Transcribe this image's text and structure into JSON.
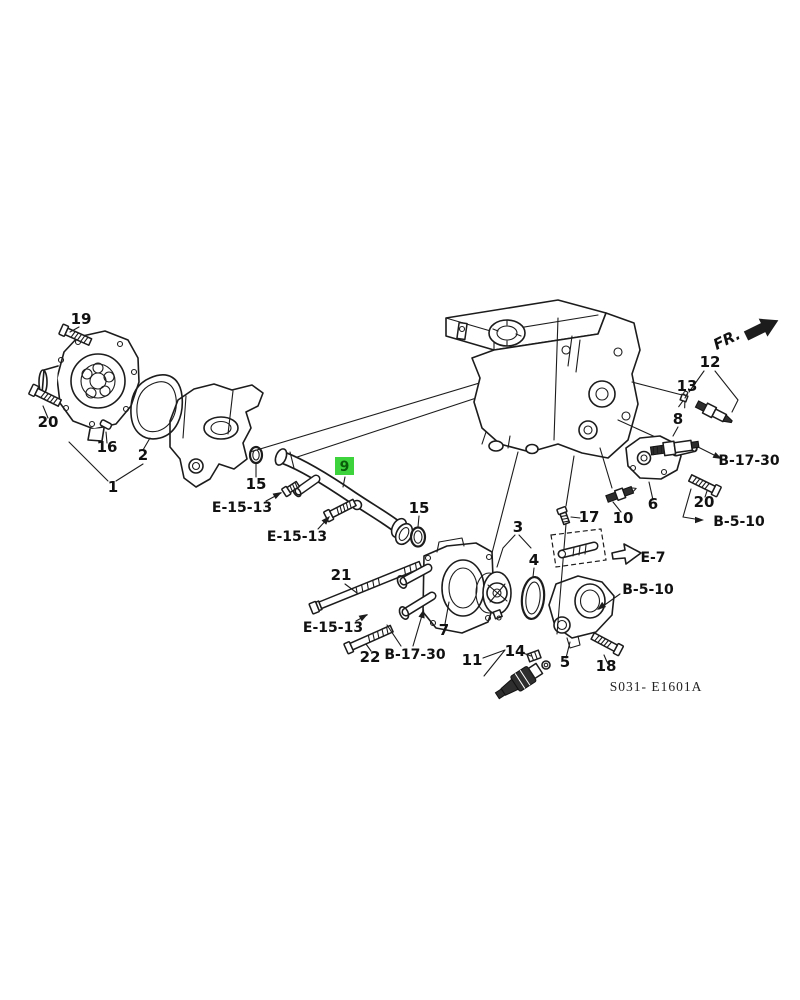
{
  "diagram_code": "S031- E1601A",
  "orientation": {
    "fr_label": "FR."
  },
  "highlight": {
    "part": "9",
    "box_color": "#3dd33d",
    "text_color": "#0a5c0a"
  },
  "colors": {
    "line": "#1c1c1c",
    "background": "#ffffff"
  },
  "parts": {
    "p1": "1",
    "p2": "2",
    "p3": "3",
    "p4": "4",
    "p5": "5",
    "p6": "6",
    "p7": "7",
    "p8": "8",
    "p9": "9",
    "p10": "10",
    "p11": "11",
    "p12": "12",
    "p13": "13",
    "p14": "14",
    "p15": "15",
    "p16": "16",
    "p17": "17",
    "p18": "18",
    "p19": "19",
    "p20": "20",
    "p21": "21",
    "p22": "22"
  },
  "refs": {
    "e15_13": "E-15-13",
    "b17_30": "B-17-30",
    "b5_10": "B-5-10",
    "e7": "E-7"
  }
}
